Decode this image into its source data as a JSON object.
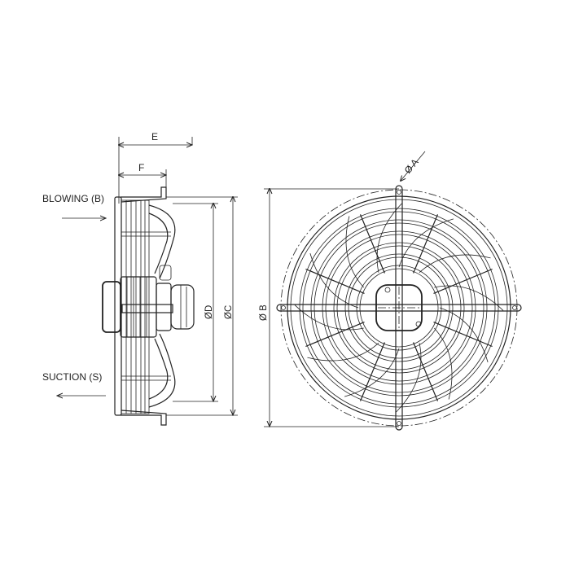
{
  "labels": {
    "blowing": "BLOWING  (B)",
    "suction": "SUCTION   (S)",
    "dim_e": "E",
    "dim_f": "F",
    "dim_d": "ØD",
    "dim_c": "ØC",
    "dim_b": "Ø B",
    "dim_a": "Ø A"
  }
}
